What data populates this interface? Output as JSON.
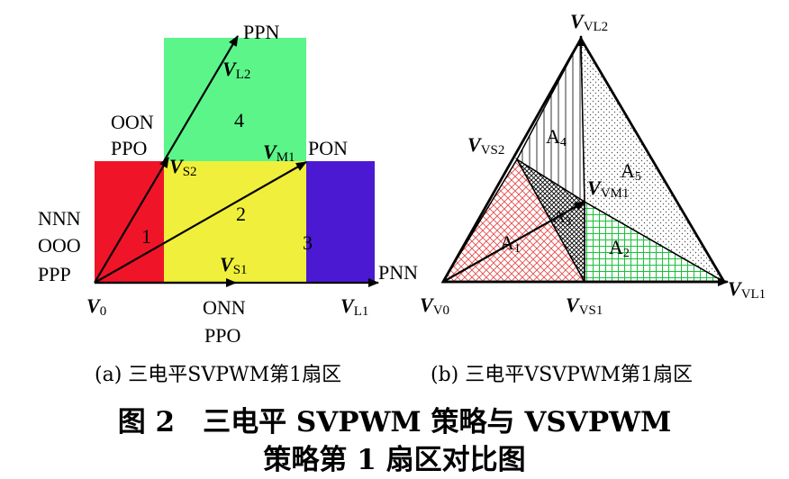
{
  "left": {
    "states": {
      "ppn": "PPN",
      "oon": "OON",
      "ppo_top": "PPO",
      "pon": "PON",
      "nnn": "NNN",
      "ooo": "OOO",
      "ppp": "PPP",
      "pnn": "PNN",
      "onn": "ONN",
      "ppo_bottom": "PPO"
    },
    "vectors": {
      "v0": {
        "main": "V",
        "sub": "0"
      },
      "vs1": {
        "main": "V",
        "sub": "S1"
      },
      "vs2": {
        "main": "V",
        "sub": "S2"
      },
      "vl1": {
        "main": "V",
        "sub": "L1"
      },
      "vl2": {
        "main": "V",
        "sub": "L2"
      },
      "vm1": {
        "main": "V",
        "sub": "M1"
      }
    },
    "regions": {
      "r1": "1",
      "r2": "2",
      "r3": "3",
      "r4": "4"
    },
    "colors": {
      "r1": "#f01428",
      "r2": "#f0f03c",
      "r3": "#4b19d2",
      "r4": "#5cf58a"
    },
    "caption": "(a) 三电平SVPWM第1扇区"
  },
  "right": {
    "vectors": {
      "vv0": {
        "main": "V",
        "sub": "V0"
      },
      "vvs1": {
        "main": "V",
        "sub": "VS1"
      },
      "vvs2": {
        "main": "V",
        "sub": "VS2"
      },
      "vvl1": {
        "main": "V",
        "sub": "VL1"
      },
      "vvl2": {
        "main": "V",
        "sub": "VL2"
      },
      "vvm1": {
        "main": "V",
        "sub": "VM1"
      }
    },
    "regions": {
      "a1": {
        "main": "A",
        "sub": "1"
      },
      "a2": {
        "main": "A",
        "sub": "2"
      },
      "a3": {
        "main": "A",
        "sub": "3"
      },
      "a4": {
        "main": "A",
        "sub": "4"
      },
      "a5": {
        "main": "A",
        "sub": "5"
      }
    },
    "colors": {
      "a1": "#e84a4a",
      "a2": "#19c23a",
      "a3": "#000000",
      "a4": "#000000",
      "a5": "#000000"
    },
    "caption": "(b) 三电平VSVPWM第1扇区"
  },
  "figure_title": {
    "line1": "图 2　三电平 SVPWM 策略与 VSVPWM",
    "line2": "策略第 1 扇区对比图"
  }
}
